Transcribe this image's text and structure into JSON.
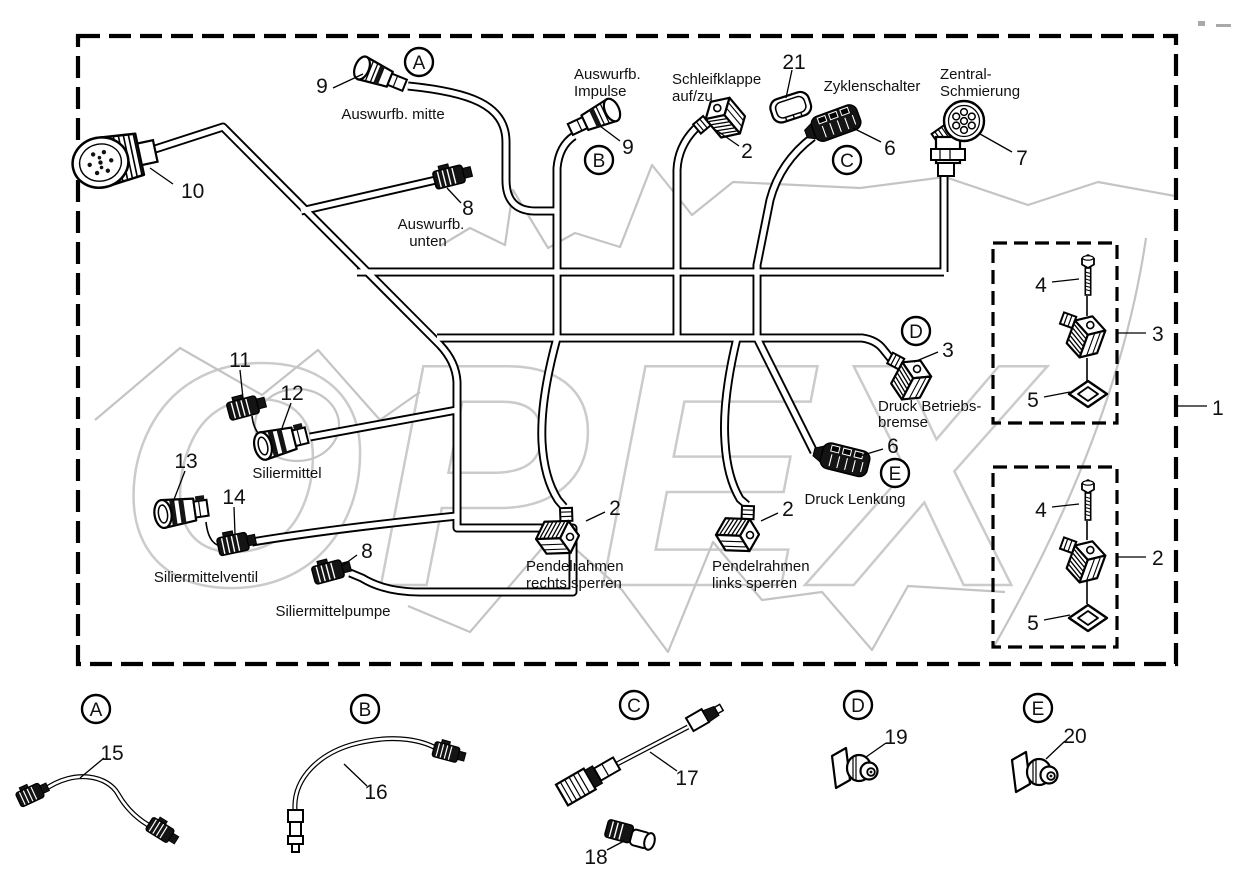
{
  "diagram": {
    "watermark_text": "OPEX",
    "sections": {
      "A": "A",
      "B": "B",
      "C": "C",
      "D": "D",
      "E": "E"
    },
    "callouts": {
      "c1": "1",
      "c2": "2",
      "c3": "3",
      "c4": "4",
      "c5": "5",
      "c6": "6",
      "c7": "7",
      "c8": "8",
      "c9": "9",
      "c10": "10",
      "c11": "11",
      "c12": "12",
      "c13": "13",
      "c14": "14",
      "c15": "15",
      "c16": "16",
      "c17": "17",
      "c18": "18",
      "c19": "19",
      "c20": "20",
      "c21": "21"
    },
    "labels": {
      "auswurfb_mitte": "Auswurfb. mitte",
      "auswurfb_impulse": [
        "Auswurfb.",
        "Impulse"
      ],
      "schleifklappe": [
        "Schleifklappe",
        "auf/zu"
      ],
      "zyklenschalter": "Zyklenschalter",
      "zentralschmierung": [
        "Zentral-",
        "Schmierung"
      ],
      "auswurfb_unten": [
        "Auswurfb.",
        "unten"
      ],
      "siliermittel": "Siliermittel",
      "siliermittelventil": "Siliermittelventil",
      "siliermittelpumpe": "Siliermittelpumpe",
      "druck_betriebsbremse": [
        "Druck Betriebs-",
        "bremse"
      ],
      "druck_lenkung": "Druck Lenkung",
      "pendelrahmen_rechts": [
        "Pendelrahmen",
        "rechts sperren"
      ],
      "pendelrahmen_links": [
        "Pendelrahmen",
        "links sperren"
      ]
    },
    "colors": {
      "line": "#000000",
      "watermark": "#c9c9c9",
      "background": "#ffffff"
    }
  }
}
